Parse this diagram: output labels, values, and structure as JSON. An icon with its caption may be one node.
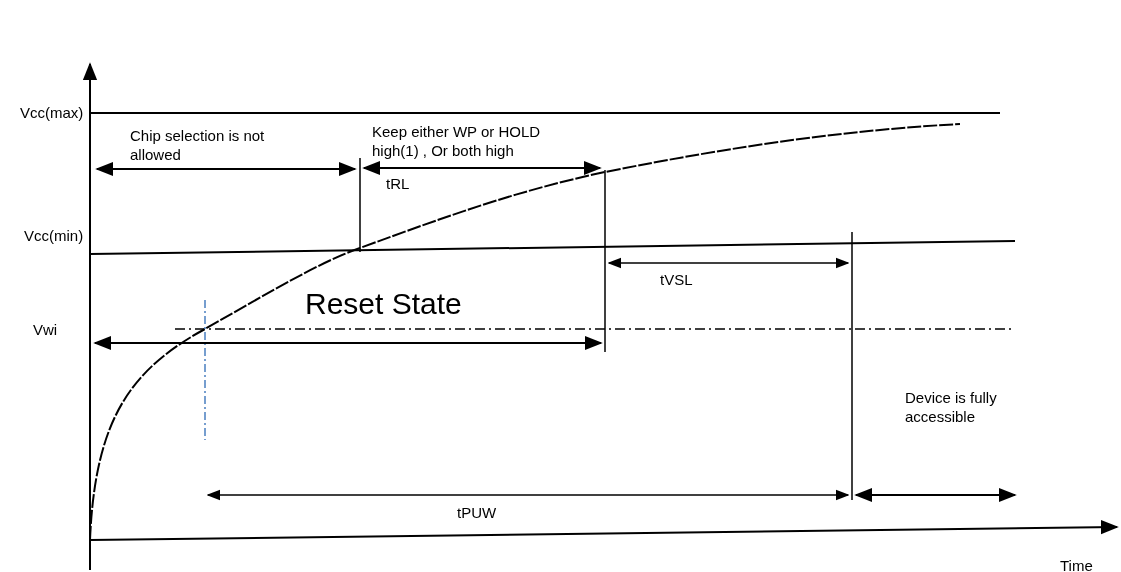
{
  "diagram": {
    "labels": [
      "Vcc(max)",
      "Chip selection is not allowed",
      "Keep either WP or HOLD high(1) , Or both high",
      "tRL",
      "Vcc(min)",
      "tVSL",
      "Reset State",
      "Vwi",
      "Device is fully accessible",
      "tPUW",
      "Time"
    ]
  }
}
